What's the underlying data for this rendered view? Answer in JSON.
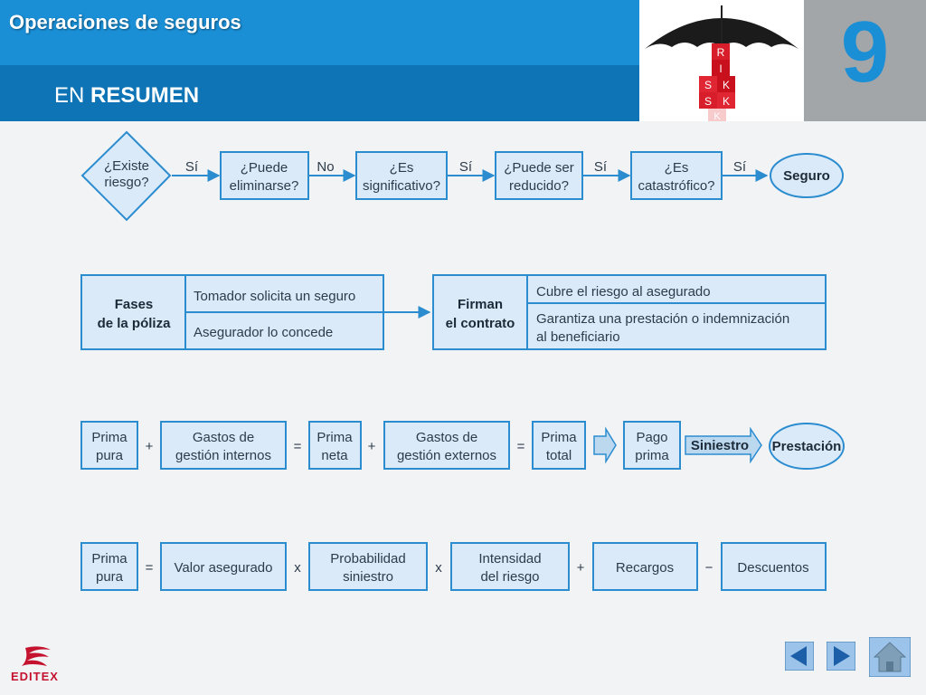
{
  "header": {
    "title": "Operaciones de seguros",
    "subtitle_prefix": "EN",
    "subtitle_main": "RESUMEN",
    "chapter_number": "9",
    "image_letters": [
      "R",
      "I",
      "S",
      "K",
      "S",
      "K",
      "K"
    ]
  },
  "flow1": {
    "decision1": [
      "¿Existe",
      "riesgo?"
    ],
    "edge1": "Sí",
    "box1": [
      "¿Puede",
      "eliminarse?"
    ],
    "edge2": "No",
    "box2": [
      "¿Es",
      "significativo?"
    ],
    "edge3": "Sí",
    "box3": [
      "¿Puede ser",
      "reducido?"
    ],
    "edge4": "Sí",
    "box4": [
      "¿Es",
      "catastrófico?"
    ],
    "edge5": "Sí",
    "end": "Seguro"
  },
  "flow2": {
    "phases_label": [
      "Fases",
      "de la póliza"
    ],
    "phase1": "Tomador solicita un seguro",
    "phase2": "Asegurador lo concede",
    "sign_label": [
      "Firman",
      "el contrato"
    ],
    "effect1": "Cubre el riesgo al asegurado",
    "effect2": [
      "Garantiza una prestación o indemnización",
      "al beneficiario"
    ]
  },
  "flow3": {
    "t1": [
      "Prima",
      "pura"
    ],
    "op1": "+",
    "t2": [
      "Gastos de",
      "gestión internos"
    ],
    "op2": "=",
    "t3": [
      "Prima",
      "neta"
    ],
    "op3": "+",
    "t4": [
      "Gastos de",
      "gestión externos"
    ],
    "op4": "=",
    "t5": [
      "Prima",
      "total"
    ],
    "t6": [
      "Pago",
      "prima"
    ],
    "event": "Siniestro",
    "end": "Prestación"
  },
  "flow4": {
    "t1": [
      "Prima",
      "pura"
    ],
    "op1": "=",
    "t2": "Valor asegurado",
    "op2": "x",
    "t3": [
      "Probabilidad",
      "siniestro"
    ],
    "op3": "x",
    "t4": [
      "Intensidad",
      "del riesgo"
    ],
    "op4": "+",
    "t5": "Recargos",
    "op5": "−",
    "t6": "Descuentos"
  },
  "footer": {
    "logo": "EDITEX",
    "nav_prev_icon": "arrow-left-icon",
    "nav_next_icon": "arrow-right-icon",
    "nav_home_icon": "home-icon"
  },
  "colors": {
    "header_top": "#1a8fd6",
    "header_bottom": "#0e74b6",
    "box_fill": "#dbeaf8",
    "box_stroke": "#2b8cd0",
    "brand_red": "#c4122f"
  }
}
